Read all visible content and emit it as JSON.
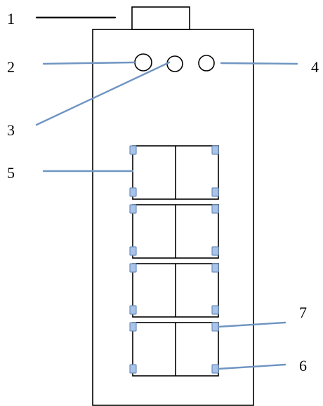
{
  "callouts": [
    {
      "id": "1",
      "label": "1"
    },
    {
      "id": "2",
      "label": "2"
    },
    {
      "id": "3",
      "label": "3"
    },
    {
      "id": "4",
      "label": "4"
    },
    {
      "id": "5",
      "label": "5"
    },
    {
      "id": "6",
      "label": "6"
    },
    {
      "id": "7",
      "label": "7"
    }
  ],
  "colors": {
    "outline": "#000000",
    "leader_line": "#6f95c2",
    "corner_marker_fill": "#a9c4e8",
    "corner_marker_stroke": "#6a8fbf",
    "background": "#ffffff"
  }
}
